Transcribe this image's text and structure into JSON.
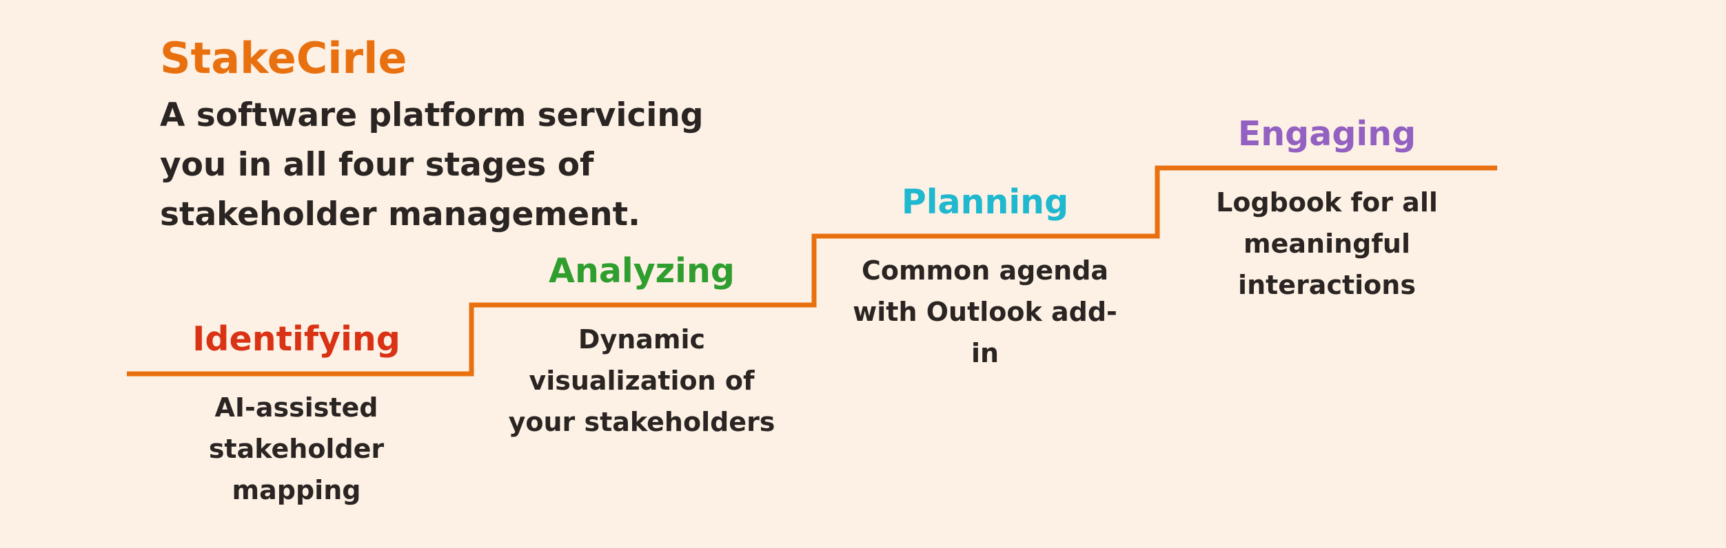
{
  "brand": {
    "name": "StakeCirle",
    "color": "#e8700f"
  },
  "tagline": "A software platform servicing you in all four stages of stakeholder management.",
  "staircase": {
    "line_color": "#e8700f"
  },
  "stages": [
    {
      "title": "Identifying",
      "color": "#d93214",
      "description": "AI-assisted stakeholder mapping"
    },
    {
      "title": "Analyzing",
      "color": "#2f9e2f",
      "description": "Dynamic visualization of your stakeholders"
    },
    {
      "title": "Planning",
      "color": "#1fb8cf",
      "description": "Common agenda with Outlook add-in"
    },
    {
      "title": "Engaging",
      "color": "#9361c1",
      "description": "Logbook for all meaningful interactions"
    }
  ]
}
